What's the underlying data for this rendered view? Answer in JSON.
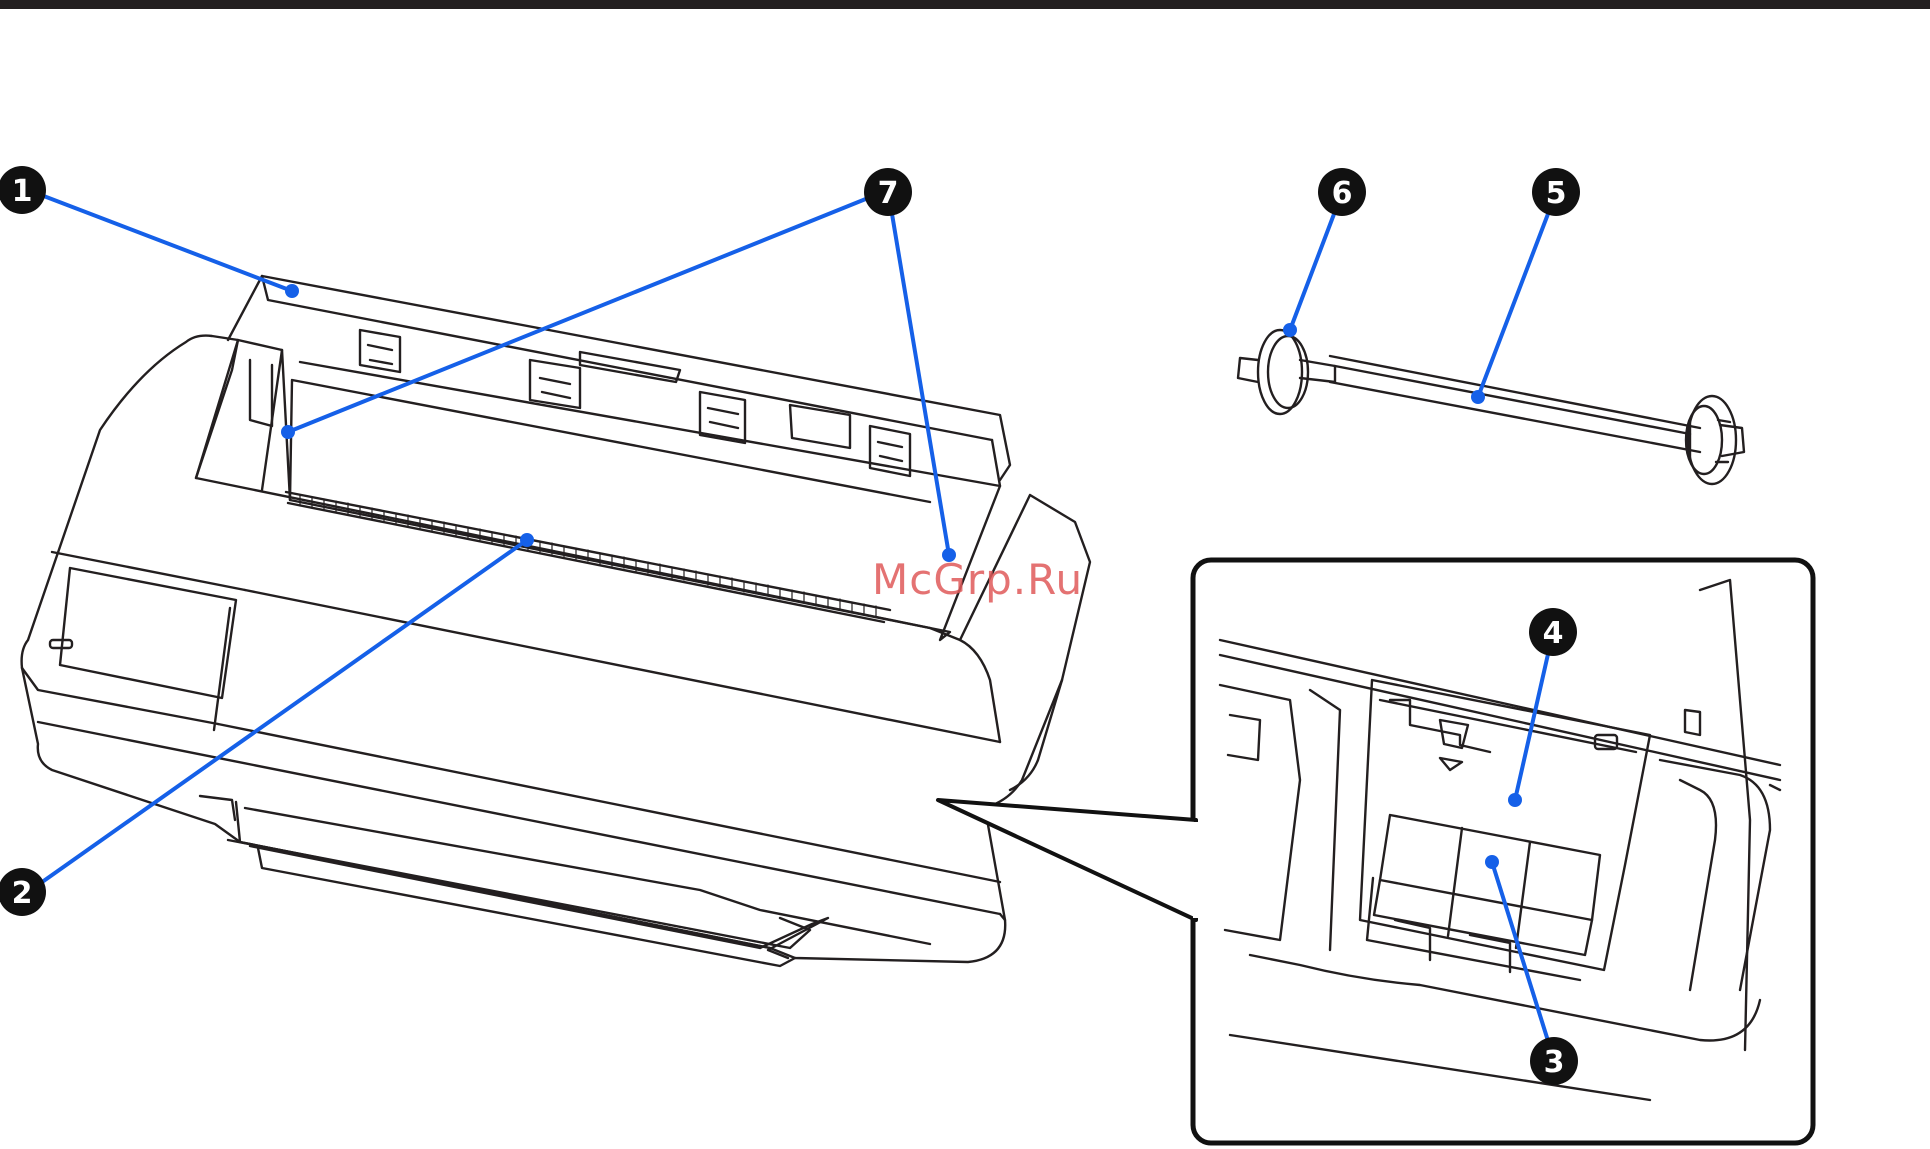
{
  "watermark": "McGrp.Ru",
  "colors": {
    "leader": "#1560e8",
    "line": "#231f20",
    "callout_fill": "#111111",
    "watermark": "#e05a5a"
  },
  "callouts": [
    {
      "id": "callout-1",
      "number": "1"
    },
    {
      "id": "callout-2",
      "number": "2"
    },
    {
      "id": "callout-3",
      "number": "3"
    },
    {
      "id": "callout-4",
      "number": "4"
    },
    {
      "id": "callout-5",
      "number": "5"
    },
    {
      "id": "callout-6",
      "number": "6"
    },
    {
      "id": "callout-7",
      "number": "7"
    }
  ]
}
